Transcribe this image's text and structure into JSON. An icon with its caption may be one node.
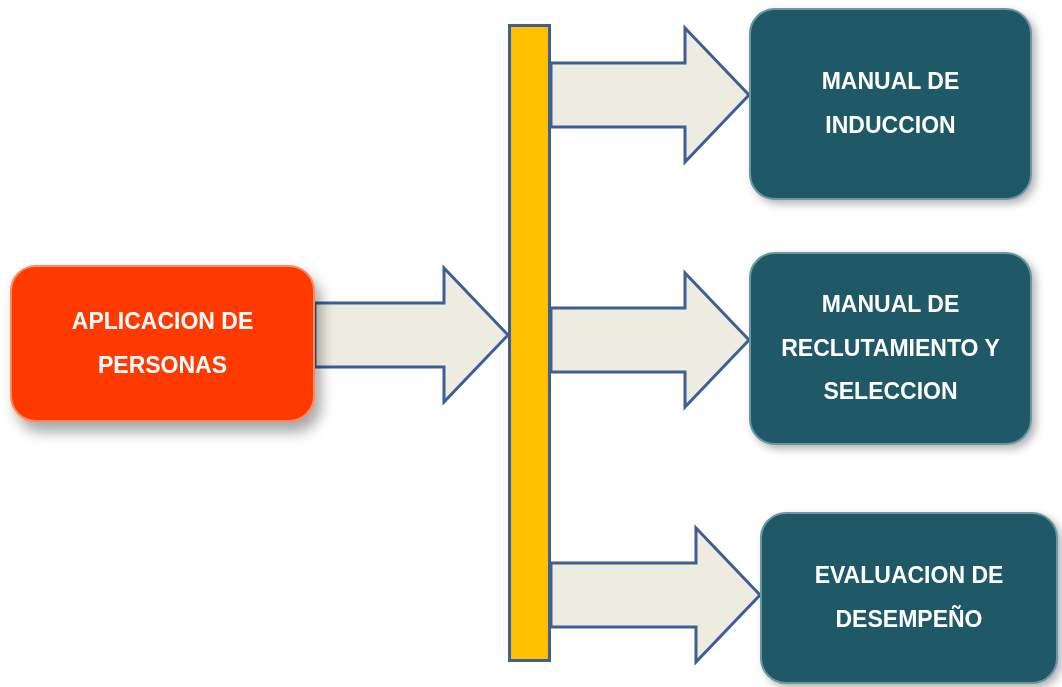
{
  "diagram": {
    "nodes": [
      {
        "text": [
          "APLICACION DE PERSONAS"
        ]
      },
      {
        "text": [],
        "shape": "bar"
      },
      {
        "text": [
          "MANUAL DE INDUCCION"
        ]
      },
      {
        "text": [
          "MANUAL DE RECLUTAMIENTO Y SELECCION"
        ]
      },
      {
        "text": [
          "EVALUACION DE DESEMPEÑO"
        ]
      }
    ],
    "edges": [
      {
        "from": 0,
        "to": 1,
        "arrow": "to"
      },
      {
        "from": 1,
        "to": 2,
        "arrow": "to"
      },
      {
        "from": 1,
        "to": 3,
        "arrow": "to"
      },
      {
        "from": 1,
        "to": 4,
        "arrow": "to"
      }
    ]
  }
}
